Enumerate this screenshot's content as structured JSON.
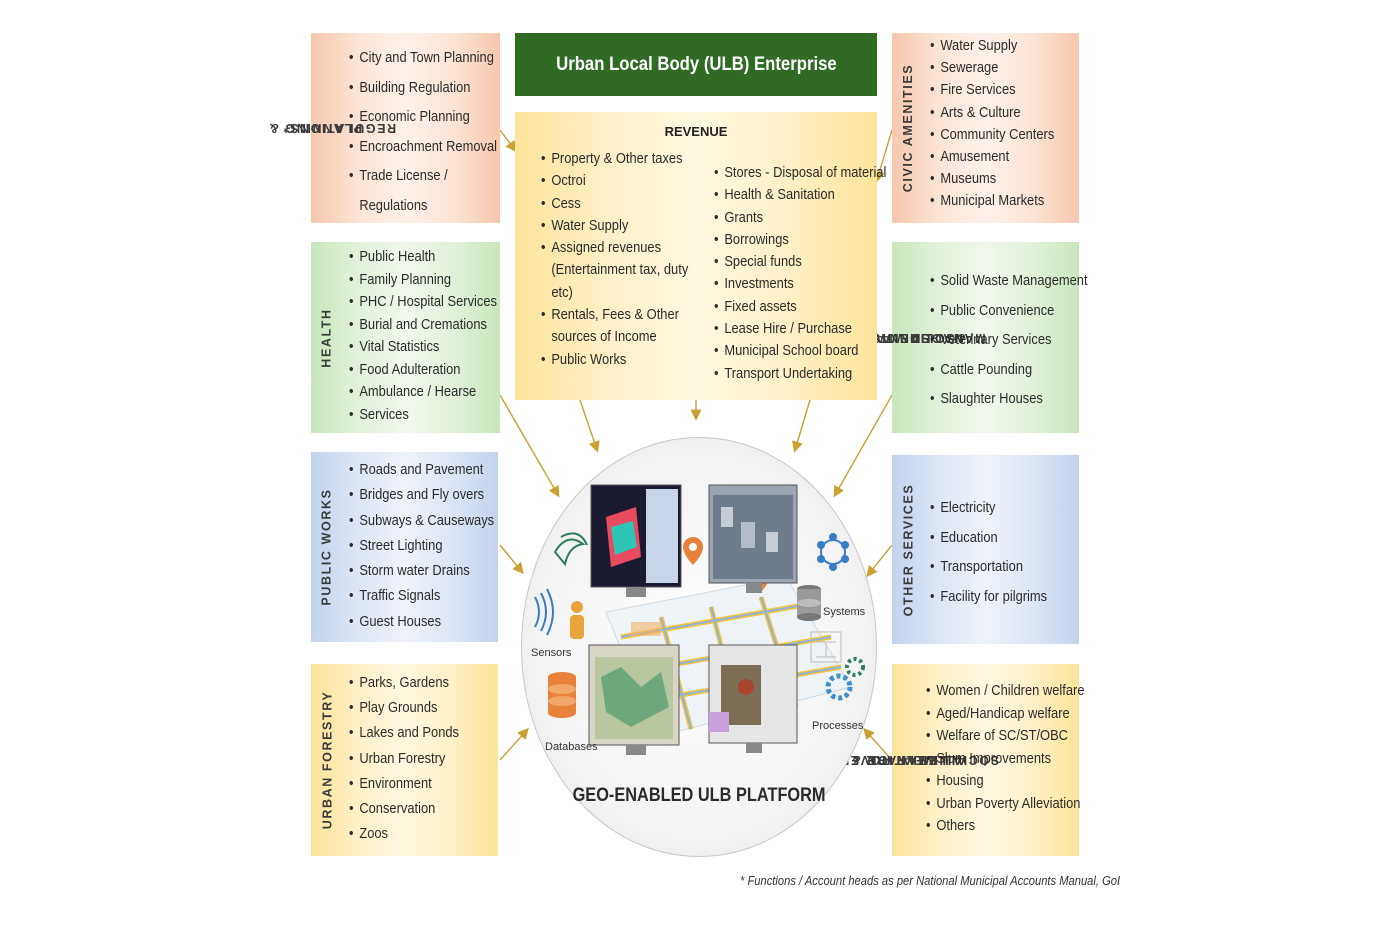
{
  "title": "Urban Local Body (ULB) Enterprise",
  "revenue": {
    "title": "REVENUE",
    "left_items": [
      "Property & Other taxes",
      "Octroi",
      "Cess",
      "Water Supply",
      "Assigned revenues",
      "(Entertainment tax, duty",
      "etc)",
      "Rentals, Fees & Other",
      "sources of Income",
      "Public Works"
    ],
    "right_items": [
      "Stores - Disposal of material",
      "Health & Sanitation",
      "Grants",
      "Borrowings",
      "Special funds",
      "Investments",
      "Fixed assets",
      "Lease Hire / Purchase",
      "Municipal School board",
      "Transport Undertaking"
    ]
  },
  "left_panels": [
    {
      "label": "PLANNING &",
      "label2": "REGULATIONS*",
      "items": [
        "City and Town Planning",
        "Building Regulation",
        "Economic Planning",
        "Encroachment Removal",
        "Trade License /",
        "Regulations"
      ]
    },
    {
      "label": "HEALTH",
      "items": [
        "Public Health",
        "Family Planning",
        "PHC / Hospital Services",
        "Burial and Cremations",
        "Vital Statistics",
        "Food Adulteration",
        "Ambulance / Hearse",
        "Services"
      ]
    },
    {
      "label": "PUBLIC WORKS",
      "items": [
        "Roads and Pavement",
        "Bridges and Fly overs",
        "Subways & Causeways",
        "Street Lighting",
        "Storm water Drains",
        "Traffic Signals",
        "Guest Houses"
      ]
    },
    {
      "label": "URBAN FORESTRY",
      "items": [
        "Parks, Gardens",
        "Play Grounds",
        "Lakes and Ponds",
        "Urban Forestry",
        "Environment",
        "Conservation",
        "Zoos"
      ]
    }
  ],
  "right_panels": [
    {
      "label": "CIVIC AMENITIES",
      "items": [
        "Water Supply",
        "Sewerage",
        "Fire Services",
        "Arts & Culture",
        "Community Centers",
        "Amusement",
        "Museums",
        "Municipal Markets"
      ]
    },
    {
      "label": "SANITATION",
      "label2": "&SOLID WASTE",
      "label3": "MANAGEMENT",
      "items": [
        "Solid Waste Management",
        "Public Convenience",
        "Veterinary Services",
        "Cattle Pounding",
        "Slaughter Houses"
      ]
    },
    {
      "label": "OTHER SERVICES",
      "items": [
        "Electricity",
        "Education",
        "Transportation",
        "Facility for pilgrims"
      ]
    },
    {
      "label": "URBAN POVERTY",
      "label2": "ALLEVIATION &",
      "label3": "SOCIAL WELFARE",
      "items": [
        "Women / Children welfare",
        "Aged/Handicap welfare",
        "Welfare of SC/ST/OBC",
        "Slum Improvements",
        "Housing",
        "Urban Poverty Alleviation",
        "Others"
      ]
    }
  ],
  "platform": {
    "title": "GEO-ENABLED ULB  PLATFORM",
    "sensors": "Sensors",
    "databases": "Databases",
    "systems": "Systems",
    "processes": "Processes"
  },
  "footnote": "* Functions / Account heads as per National Municipal Accounts Manual, GoI",
  "colors": {
    "title_bg": "#2f6b23",
    "arrow": "#c8a033",
    "orange": "#f7c8ad",
    "green": "#c9e6bd",
    "blue": "#c3d2ec",
    "yellow": "#fde49a"
  }
}
